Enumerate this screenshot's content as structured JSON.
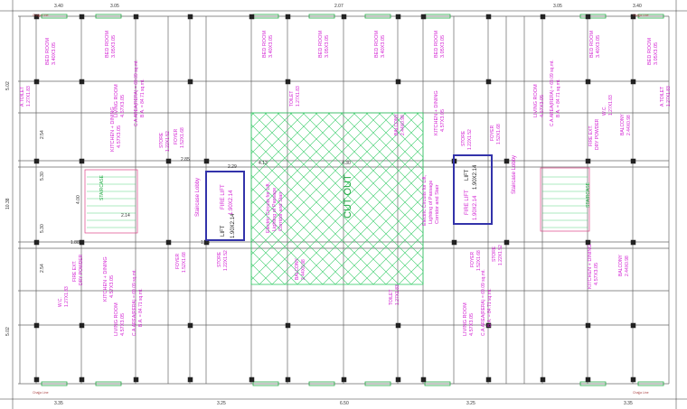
{
  "colors": {
    "wall": "#666666",
    "room_label": "#d21fd2",
    "dimension": "#333333",
    "structure": "#222222",
    "hatch": "#33cc66",
    "lift": "#3333aa",
    "window_green": "#22aa44"
  },
  "plan": {
    "cutout_label": "CUT OUT",
    "lifts": [
      {
        "id": "left",
        "lift_label": "LIFT",
        "lift_size": "1.90X2.14",
        "fire_label": "FIRE LIFT",
        "fire_size": "1.90X2.14"
      },
      {
        "id": "right",
        "lift_label": "LIFT",
        "lift_size": "1.90X2.14",
        "fire_label": "FIRE LIFT",
        "fire_size": "1.90X2.14"
      }
    ],
    "staircase_lobby": "Staircase Lobby",
    "staircase": "STAIRCASE",
    "electric_note": [
      "Electric Circuits for Lift,",
      "Lighting of Passage",
      "Corridor and Stair"
    ],
    "fire_exit": "FIRE EXT.",
    "dry_powder": "DRY POWDER",
    "rooms": [
      {
        "id": "tl-1",
        "name": "BED ROOM",
        "size": "3.40X3.05"
      },
      {
        "id": "tl-2",
        "name": "BED ROOM",
        "size": "3.05X3.05"
      },
      {
        "id": "tr-1",
        "name": "BED ROOM",
        "size": "3.40X3.05"
      },
      {
        "id": "tr-2",
        "name": "BED ROOM",
        "size": "3.05X3.05"
      },
      {
        "id": "bl-1",
        "name": "BED ROOM",
        "size": "3.40X3.05"
      },
      {
        "id": "bl-2",
        "name": "BED ROOM",
        "size": "3.05X3.05"
      },
      {
        "id": "br-1",
        "name": "BED ROOM",
        "size": "3.40X3.05"
      },
      {
        "id": "br-2",
        "name": "BED ROOM",
        "size": "3.05X3.05"
      },
      {
        "id": "living-tl",
        "name": "LIVING ROOM",
        "size": "4.57X3.05"
      },
      {
        "id": "living-tr",
        "name": "LIVING ROOM",
        "size": "4.57X3.05"
      },
      {
        "id": "living-bl",
        "name": "LIVING ROOM",
        "size": "4.57X3.05"
      },
      {
        "id": "living-br",
        "name": "LIVING ROOM",
        "size": "4.57X3.05"
      },
      {
        "id": "kitchen-tl",
        "name": "KITCHEN + DINING",
        "size": "4.57X3.05"
      },
      {
        "id": "kitchen-tr",
        "name": "KITCHEN + DINING",
        "size": "4.57X3.05"
      },
      {
        "id": "kitchen-bl",
        "name": "KITCHEN + DINING",
        "size": "4.57X3.05"
      },
      {
        "id": "kitchen-br",
        "name": "KITCHEN + DINING",
        "size": "4.57X3.05"
      },
      {
        "id": "toilet-1",
        "name": "A.TOILET",
        "size": "1.27X1.83"
      },
      {
        "id": "toilet-2",
        "name": "TOILET",
        "size": "1.27X1.83"
      },
      {
        "id": "toilet-3",
        "name": "TOILET",
        "size": "1.27X1.83"
      },
      {
        "id": "toilet-4",
        "name": "A.TOILET",
        "size": "1.27X1.83"
      },
      {
        "id": "wc-1",
        "name": "W.C.",
        "size": "1.27X1.83"
      },
      {
        "id": "wc-2",
        "name": "W.C.",
        "size": "1.27X1.83"
      },
      {
        "id": "store-1",
        "name": "STORE",
        "size": "1.22X1.52"
      },
      {
        "id": "store-2",
        "name": "STORE",
        "size": "1.22X1.52"
      },
      {
        "id": "store-3",
        "name": "STORE",
        "size": "1.22X1.52"
      },
      {
        "id": "store-4",
        "name": "STORE",
        "size": "1.22X1.52"
      },
      {
        "id": "foyer-1",
        "name": "FOYER",
        "size": "1.52X1.68"
      },
      {
        "id": "foyer-2",
        "name": "FOYER",
        "size": "1.52X1.68"
      },
      {
        "id": "foyer-3",
        "name": "FOYER",
        "size": "1.52X1.68"
      },
      {
        "id": "foyer-4",
        "name": "FOYER",
        "size": "1.52X1.68"
      },
      {
        "id": "balcony-1",
        "name": "BALCONY",
        "size": "2.44X0.98"
      },
      {
        "id": "balcony-2",
        "name": "BALCONY",
        "size": "2.44X0.98"
      },
      {
        "id": "balcony-3",
        "name": "BALCONY",
        "size": "2.44X0.98"
      },
      {
        "id": "balcony-4",
        "name": "BALCONY",
        "size": "2.44X0.98"
      }
    ],
    "area_notes": [
      "C.A.AREA(RERA) = 69.09 sq.mt.",
      "B.A. = 84.71 sq.mt."
    ],
    "dimensions": {
      "top": [
        "3.40",
        "3.05",
        "2.07",
        "3.05",
        "3.40"
      ],
      "bottom": [
        "3.35",
        "3.25",
        "6.50",
        "3.25",
        "3.35"
      ],
      "side_left": [
        "5.02",
        "2.54",
        "5.30",
        "10.38",
        "5.30",
        "2.54",
        "5.02"
      ],
      "inner": [
        "2.85",
        "2.29",
        "4.13",
        "4.30",
        "1.88",
        "4.00",
        "2.14",
        "1.04"
      ],
      "chajja": "Chajja Line"
    }
  }
}
